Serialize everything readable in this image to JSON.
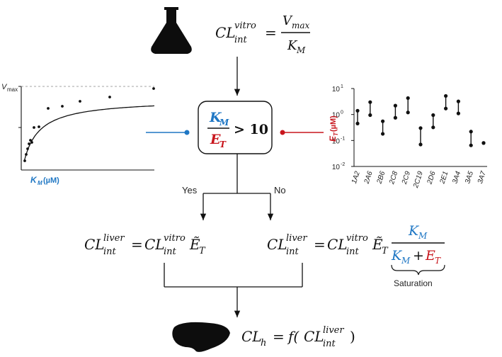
{
  "colors": {
    "km_blue": "#1f77c4",
    "et_red": "#c8161d",
    "ink": "#111111",
    "dashed_grey": "#888888"
  },
  "icons": {
    "flask": "flask-icon",
    "liver": "liver-icon"
  },
  "equations": {
    "top": {
      "lhs": "CL",
      "lhs_sup": "vitro",
      "lhs_sub": "int",
      "eq": "=",
      "num": "V",
      "num_sub": "max",
      "den": "K",
      "den_sub": "M"
    },
    "decision": {
      "num": "K",
      "num_sub": "M",
      "den": "E",
      "den_sub": "T",
      "rel": "> 10"
    },
    "left": {
      "lhs": "CL",
      "lhs_sup": "liver",
      "lhs_sub": "int",
      "eq": "=",
      "rhs": "CL",
      "rhs_sup": "vitro",
      "rhs_sub": "int",
      "et": "Ẽ",
      "et_sub": "T"
    },
    "right": {
      "lhs": "CL",
      "lhs_sup": "liver",
      "lhs_sub": "int",
      "eq": "=",
      "rhs": "CL",
      "rhs_sup": "vitro",
      "rhs_sub": "int",
      "et": "Ẽ",
      "et_sub": "T",
      "frac_num": "K",
      "frac_num_sub": "M",
      "den_km": "K",
      "den_km_sub": "M",
      "plus": "+",
      "den_et": "E",
      "den_et_sub": "T"
    },
    "bottom": {
      "lhs": "CL",
      "lhs_sub": "h",
      "eq": "=",
      "f": "f(",
      "arg": "CL",
      "arg_sup": "liver",
      "arg_sub": "int",
      "close": ")"
    }
  },
  "labels": {
    "yes": "Yes",
    "no": "No",
    "saturation": "Saturation"
  },
  "michaelis_plot": {
    "y_label": "V",
    "y_label_sub": "max",
    "x_label": "K",
    "x_label_sub": "M",
    "x_unit": "(µM)"
  },
  "chart_data": {
    "type": "scatter",
    "ylabel_symbol": "E",
    "ylabel_sub": "T",
    "ylabel_unit": "(µM)",
    "y_scale": "log",
    "ylim": [
      0.01,
      10
    ],
    "y_ticks": [
      {
        "base": "10",
        "exp": "1",
        "value": 10
      },
      {
        "base": "10",
        "exp": "0",
        "value": 1
      },
      {
        "base": "10",
        "exp": "-1",
        "value": 0.1
      },
      {
        "base": "10",
        "exp": "-2",
        "value": 0.01
      }
    ],
    "categories": [
      "1A2",
      "2A6",
      "2B6",
      "2C8",
      "2C9",
      "2C19",
      "2D6",
      "2E1",
      "3A4",
      "3A5",
      "3A7"
    ],
    "ranges": [
      [
        0.45,
        1.4
      ],
      [
        0.95,
        3.0
      ],
      [
        0.18,
        0.55
      ],
      [
        0.75,
        2.2
      ],
      [
        1.2,
        4.3
      ],
      [
        0.07,
        0.3
      ],
      [
        0.32,
        0.95
      ],
      [
        1.7,
        5.2
      ],
      [
        1.1,
        3.2
      ],
      [
        0.065,
        0.22
      ],
      [
        0.08,
        0.08
      ]
    ]
  }
}
